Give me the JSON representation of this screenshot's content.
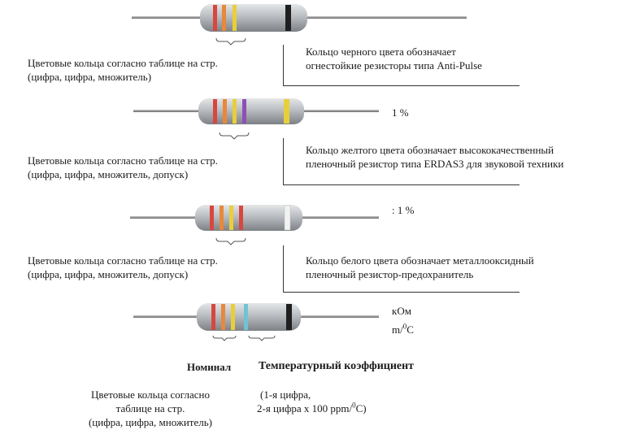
{
  "colors": {
    "body": "#b8bcc0",
    "lead": "#8a8a8a",
    "red": "#d8473f",
    "orange": "#e8883a",
    "yellow": "#e8cf3a",
    "black": "#1f1f1f",
    "violet": "#8e4fb8",
    "blue": "#3f8fd0",
    "cyan": "#6fc4d4"
  },
  "sections": [
    {
      "left_text": [
        "Цветовые кольца согласно таблице на стр.",
        "(цифра, цифра, множитель)"
      ],
      "right_text": [
        "Кольцо черного цвета обозначает",
        "огнестойкие резисторы типа Anti-Pulse"
      ]
    },
    {
      "tolerance": "1 %",
      "left_text": [
        "Цветовые кольца согласно таблице на стр.",
        "(цифра, цифра, множитель, допуск)"
      ],
      "right_text": [
        "Кольцо желтого цвета обозначает высококачественный",
        "пленочный резистор типа ERDAS3 для звуковой техники"
      ]
    },
    {
      "tolerance": ": 1 %",
      "left_text": [
        "Цветовые кольца согласно таблице на стр.",
        "(цифра, цифра, множитель, допуск)"
      ],
      "right_text": [
        "Кольцо белого цвета обозначает металлооксидный",
        "пленочный резистор-предохранитель"
      ]
    }
  ],
  "bottom": {
    "unit_kohm": "кОм",
    "unit_ppm_base": "m/",
    "unit_ppm_sup": "0",
    "unit_ppm_end": "C",
    "heading_nominal": "Номинал",
    "heading_tc": "Температурный коэффициент",
    "left_lines": [
      "Цветовые кольца согласно",
      "таблице на стр.",
      "(цифра, цифра, множитель)"
    ],
    "right_line1": "(1-я цифра,",
    "right_line2_base": "2-я цифра x 100 ppm/",
    "right_line2_sup": "0",
    "right_line2_end": "C)"
  }
}
